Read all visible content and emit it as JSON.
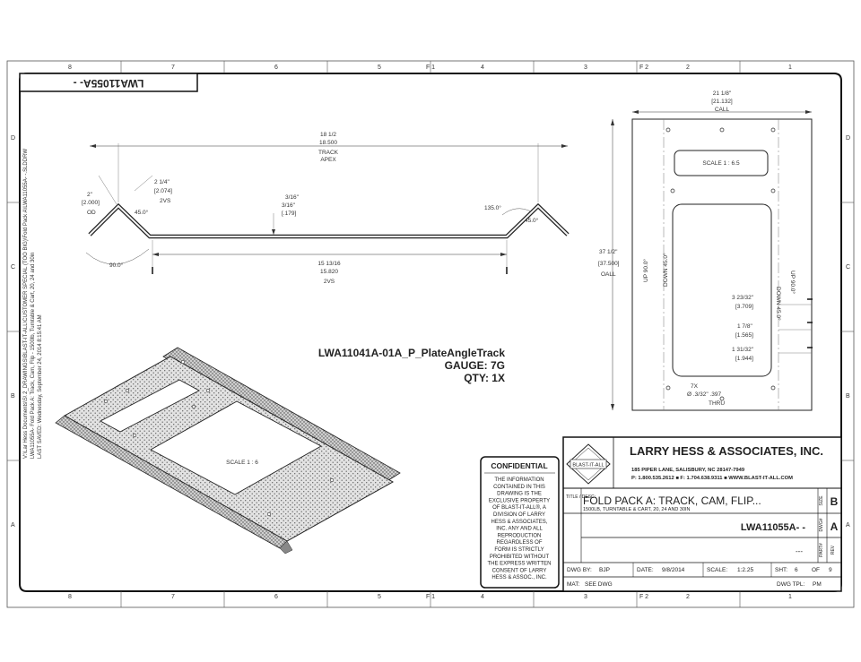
{
  "border": {
    "columns_top": [
      "8",
      "7",
      "6",
      "5",
      "4",
      "3",
      "2",
      "1"
    ],
    "columns_bottom": [
      "8",
      "7",
      "6",
      "5",
      "4",
      "3",
      "2",
      "1"
    ],
    "rows_left": [
      "D",
      "C",
      "B",
      "A"
    ],
    "rows_right": [
      "D",
      "C",
      "B",
      "A"
    ],
    "center_marks": [
      "F 1",
      "F 2"
    ]
  },
  "rotated_part_no": "LWA11055A- -",
  "side_notes": [
    "V:\\Lar Hess Documents\\S\\ 2_DRAWINGS\\BLAST-IT-ALL\\CUSTOMER SPECIAL (TOO BIG)\\Fold Pack A\\LWA11055A- -.SLDDRW",
    "LWA11055A- Fold Pack A: Track, Cam, Flip - 1500lb, Turntable & Cart, 20, 24 and 30in",
    "LAST SAVED: Wednesday, September 24, 2014 8:15:41 AM"
  ],
  "top_view": {
    "track_overall": {
      "frac": "18 1/2",
      "dec": "18.500",
      "note1": "TRACK",
      "note2": "APEX"
    },
    "flange_height": {
      "frac": "2\"",
      "dec": "[2.000]",
      "note": "OD"
    },
    "flange_len": {
      "frac": "2 1/4\"",
      "dec": "[2.074]",
      "note": "2VS"
    },
    "angle_left": "45.0°",
    "angle_right": "45.0°",
    "bend_left": "90.0°",
    "bend_right": "135.0°",
    "thickness": {
      "frac": "3/16\"",
      "dec": "[.179]"
    },
    "inner": {
      "frac": "15 13/16",
      "dec": "15.820",
      "note": "2VS"
    }
  },
  "side_view": {
    "width": {
      "frac": "21 1/8\"",
      "dec": "[21.132]",
      "note": "CALL"
    },
    "height": {
      "frac": "37 1/2\"",
      "dec": "[37.500]",
      "note": "OALL"
    },
    "scale_small": "SCALE 1 : 6.5",
    "up_label_left": "UP 90.0°",
    "down_label_left": "DOWN 45.0°",
    "down_label_right": "DOWN 45.0°",
    "up_label_right": "UP 90.0°",
    "dim1": {
      "frac": "3 23/32\"",
      "dec": "[3.709]"
    },
    "dim2": {
      "frac": "1 7/8\"",
      "dec": "[1.565]"
    },
    "dim3": {
      "frac": "1 31/32\"",
      "dec": "[1.944]"
    },
    "holes": {
      "count": "7X",
      "spec": "Ø .3/32\" .397",
      "note": "THRU"
    }
  },
  "iso_view": {
    "scale": "SCALE 1 : 6"
  },
  "part_callout": {
    "name": "LWA11041A-01A_P_PlateAngleTrack",
    "gauge": "GAUGE: 7G",
    "qty": "QTY: 1X"
  },
  "confidential": {
    "heading": "CONFIDENTIAL",
    "lines": [
      "THE INFORMATION",
      "CONTAINED IN THIS",
      "DRAWING IS THE",
      "EXCLUSIVE PROPERTY",
      "OF BLAST-IT-ALL®, A",
      "DIVISION OF LARRY",
      "HESS & ASSOCIATES,",
      "INC. ANY AND ALL",
      "REPRODUCTION",
      "REGARDLESS OF",
      "FORM IS STRICTLY",
      "PROHIBITED WITHOUT",
      "THE EXPRESS WRITTEN",
      "CONSENT OF LARRY",
      "HESS & ASSOC., INC."
    ]
  },
  "title_block": {
    "logo_text": "BLAST-IT-ALL",
    "company": "LARRY HESS & ASSOCIATES, INC.",
    "address": "185 PIPER LANE, SALISBURY, NC 28147-7949",
    "contact": "P: 1.800.535.2612 ■ F: 1.704.638.9311 ■ WWW.BLAST-IT-ALL.COM",
    "title_label": "TITLE / DESC:",
    "title": "FOLD PACK A: TRACK, CAM, FLIP...",
    "desc": "1500LB, TURNTABLE & CART, 20, 24 AND 30IN",
    "size_label": "SIZE",
    "size": "B",
    "dwg_label": "DWG#",
    "dwg_no": "LWA11055A- -",
    "rev_label": "REV",
    "rev": "A",
    "part_label": "PART#",
    "part_no": "---",
    "drawn_by_label": "DWG BY:",
    "drawn_by": "BJP",
    "date_label": "DATE:",
    "date": "9/8/2014",
    "scale_label": "SCALE:",
    "scale": "1:2.25",
    "sheet_label": "SHT:",
    "sheet": "6",
    "of_label": "OF",
    "of": "9",
    "mat_label": "MAT:",
    "mat": "SEE DWG",
    "dwgtype_label": "DWG TPL:",
    "dwgtype": "PM"
  }
}
